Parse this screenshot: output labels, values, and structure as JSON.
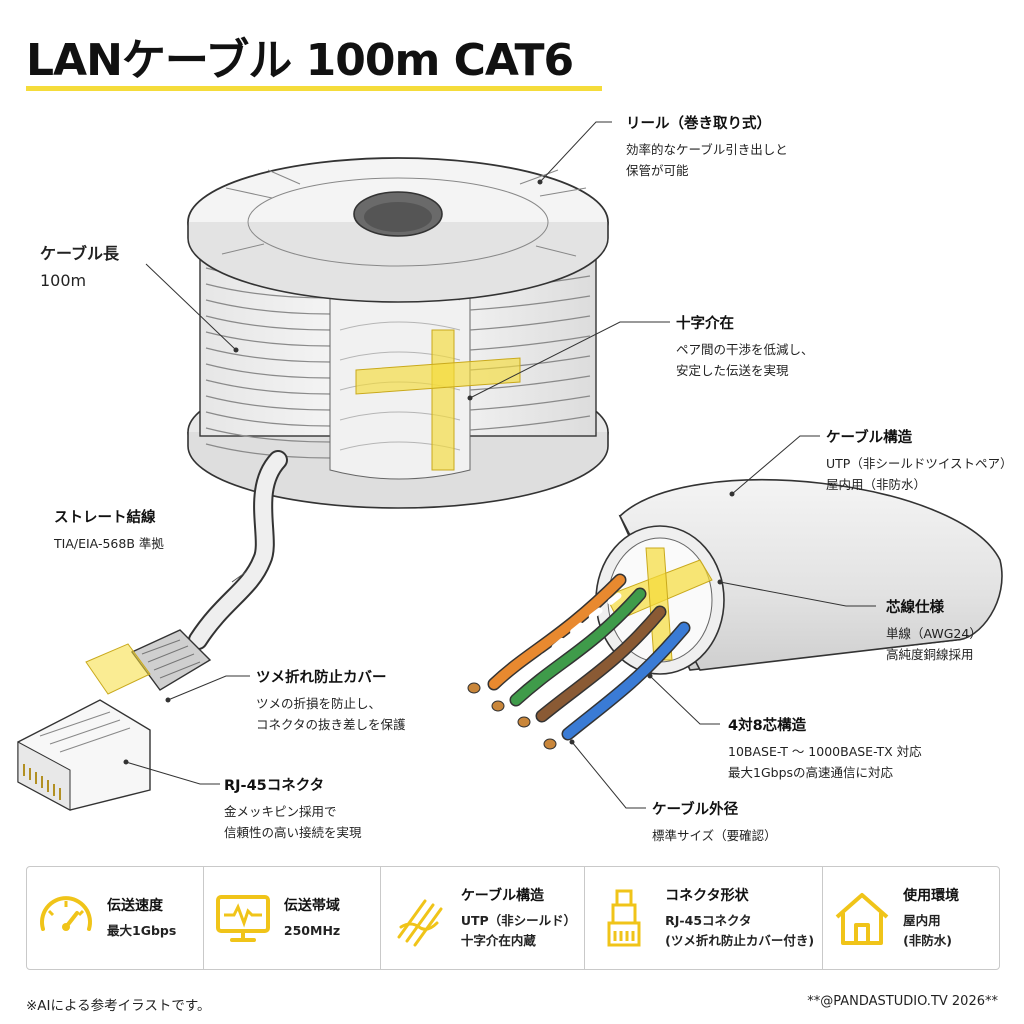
{
  "title": "LANケーブル 100m CAT6",
  "colors": {
    "accent": "#f5dc3a",
    "line": "#333333",
    "orange": "#e8892f",
    "green": "#3f9b4a",
    "brown": "#8a5a34",
    "blue": "#3a7bd5"
  },
  "labels": {
    "reel": {
      "title": "リール（巻き取り式）",
      "lines": [
        "効率的なケーブル引き出しと",
        "保管が可能"
      ]
    },
    "length": {
      "title": "ケーブル長",
      "lines": [
        "100m"
      ]
    },
    "cross": {
      "title": "十字介在",
      "lines": [
        "ペア間の干渉を低減し、",
        "安定した伝送を実現"
      ]
    },
    "structure": {
      "title": "ケーブル構造",
      "lines": [
        "UTP（非シールドツイストペア）",
        "屋内用（非防水）"
      ]
    },
    "straight": {
      "title": "ストレート結線",
      "lines": [
        "TIA/EIA-568B 準拠"
      ]
    },
    "conductor": {
      "title": "芯線仕様",
      "lines": [
        "単線（AWG24）",
        "高純度銅線採用"
      ]
    },
    "boot": {
      "title": "ツメ折れ防止カバー",
      "lines": [
        "ツメの折損を防止し、",
        "コネクタの抜き差しを保護"
      ]
    },
    "pairs": {
      "title": "4対8芯構造",
      "lines": [
        "10BASE-T 〜 1000BASE-TX 対応",
        "最大1Gbpsの高速通信に対応"
      ]
    },
    "rj45": {
      "title": "RJ-45コネクタ",
      "lines": [
        "金メッキピン採用で",
        "信頼性の高い接続を実現"
      ]
    },
    "diameter": {
      "title": "ケーブル外径",
      "lines": [
        "標準サイズ（要確認）"
      ]
    }
  },
  "specs": [
    {
      "icon": "speedometer-icon",
      "title": "伝送速度",
      "lines": [
        "最大1Gbps"
      ]
    },
    {
      "icon": "monitor-waveform-icon",
      "title": "伝送帯域",
      "lines": [
        "250MHz"
      ]
    },
    {
      "icon": "cable-structure-icon",
      "title": "ケーブル構造",
      "lines": [
        "UTP（非シールド）",
        "十字介在内蔵"
      ]
    },
    {
      "icon": "connector-icon",
      "title": "コネクタ形状",
      "lines": [
        "RJ-45コネクタ",
        "(ツメ折れ防止カバー付き)"
      ]
    },
    {
      "icon": "house-icon",
      "title": "使用環境",
      "lines": [
        "屋内用",
        "(非防水)"
      ]
    }
  ],
  "footer": {
    "left": "※AIによる参考イラストです。",
    "right": "**@PANDASTUDIO.TV 2026**"
  }
}
